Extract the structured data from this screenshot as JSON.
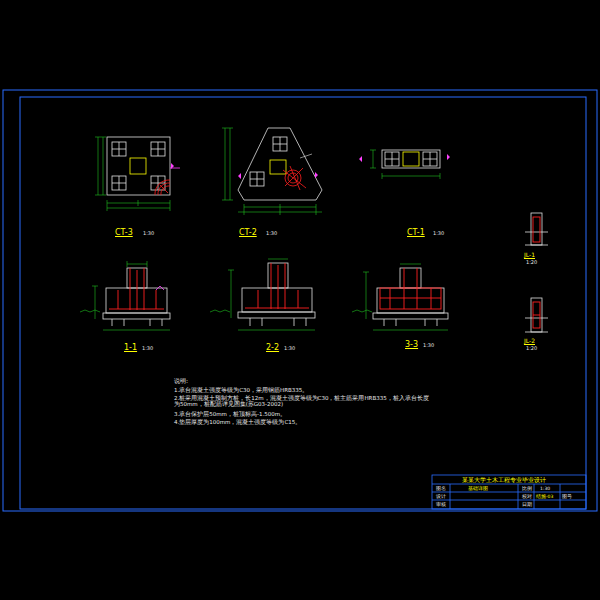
{
  "diagram": {
    "labels": [
      "CT-3",
      "1:30",
      "CT-2",
      "1:30",
      "CT-1",
      "1:30",
      "1-1",
      "1:30",
      "2-2",
      "1:30",
      "3-3",
      "1:30",
      "JL-1",
      "1:20",
      "JL-2",
      "1:20",
      "说明:",
      "1.承台混凝土强度等级为C30，采用钢筋HRB335。",
      "2.桩采用混凝土预制方桩，长12m，混凝土强度等级为C30，桩主筋采用HRB335，桩入承台长度为50mm，桩配筋详见图集(苏G03-2002)",
      "3.承台保护层50mm，桩顶标高-1.500m。",
      "4.垫层厚度为100mm，混凝土强度等级为C15。",
      "某某大学土木工程专业毕业设计",
      "图名",
      "基础详图",
      "比例",
      "1:30",
      "设计",
      "校对",
      "图号",
      "结施-03",
      "审核",
      "日期"
    ]
  }
}
